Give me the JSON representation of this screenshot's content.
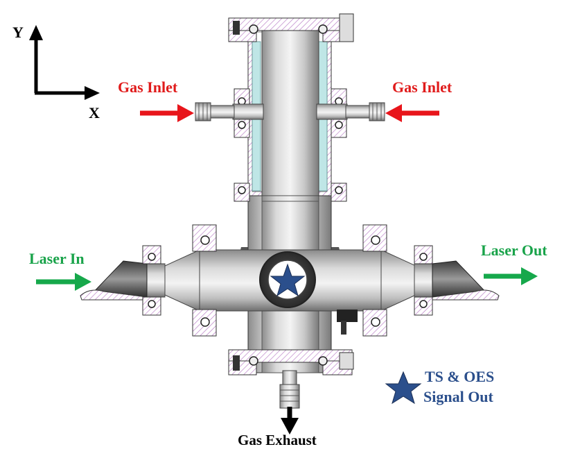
{
  "axes": {
    "y_label": "Y",
    "x_label": "X"
  },
  "labels": {
    "gas_inlet_left": "Gas Inlet",
    "gas_inlet_right": "Gas Inlet",
    "laser_in": "Laser In",
    "laser_out": "Laser Out",
    "gas_exhaust": "Gas Exhaust",
    "signal_out_line1": "TS & OES",
    "signal_out_line2": "Signal Out"
  },
  "colors": {
    "gas_arrow": "#e8151b",
    "laser_arrow": "#16a84b",
    "exhaust_arrow": "#000000",
    "star": "#2b4f8c",
    "metal_light": "#e6e6e6",
    "metal_dark": "#7d7d7d",
    "hatch": "#b77ac4",
    "window_tint": "#9fd8d8"
  },
  "icons": [
    "star-icon",
    "axis-arrows"
  ]
}
